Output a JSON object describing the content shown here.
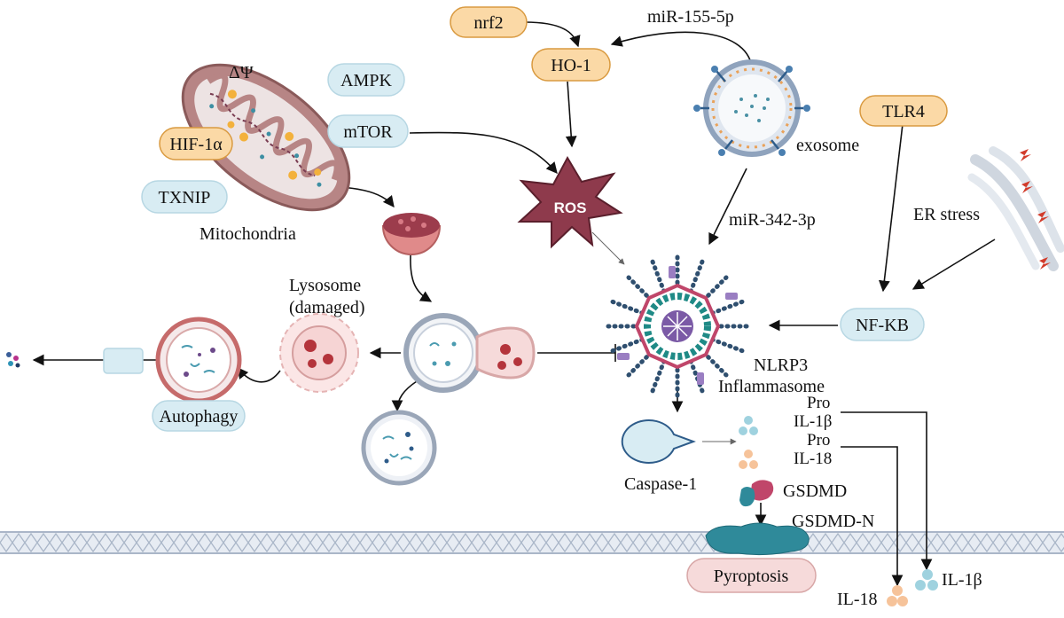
{
  "labels": {
    "nrf2": "nrf2",
    "ho1": "HO-1",
    "mir155": "miR-155-5p",
    "exosome": "exosome",
    "tlr4": "TLR4",
    "er_stress": "ER stress",
    "delta_psi": "ΔΨ",
    "ampk": "AMPK",
    "mtor": "mTOR",
    "hif1a": "HIF-1α",
    "txnip": "TXNIP",
    "mitochondria": "Mitochondria",
    "ros": "ROS",
    "mir342": "miR-342-3p",
    "nfkb": "NF-KB",
    "lysosome_line1": "Lysosome",
    "lysosome_line2": "(damaged)",
    "autophagy": "Autophagy",
    "nlrp3_line1": "NLRP3",
    "nlrp3_line2": "Inflammasome",
    "pro_il1b_line1": "Pro",
    "pro_il1b_line2": "IL-1β",
    "pro_il18_line1": "Pro",
    "pro_il18_line2": "IL-18",
    "caspase1": "Caspase-1",
    "gsdmd": "GSDMD",
    "gsdmdn": "GSDMD-N",
    "pyroptosis": "Pyroptosis",
    "il18": "IL-18",
    "il1b": "IL-1β"
  },
  "colors": {
    "orange_fill": "#fbd9a6",
    "orange_stroke": "#d99a40",
    "blue_fill": "#d8ecf3",
    "blue_stroke": "#b7d7e3",
    "pink_fill": "#f6dada",
    "pink_stroke": "#d8a7a7",
    "ros_fill": "#8e3a4c",
    "mito_fill": "#b78585",
    "membrane": "#c9d4e3"
  }
}
